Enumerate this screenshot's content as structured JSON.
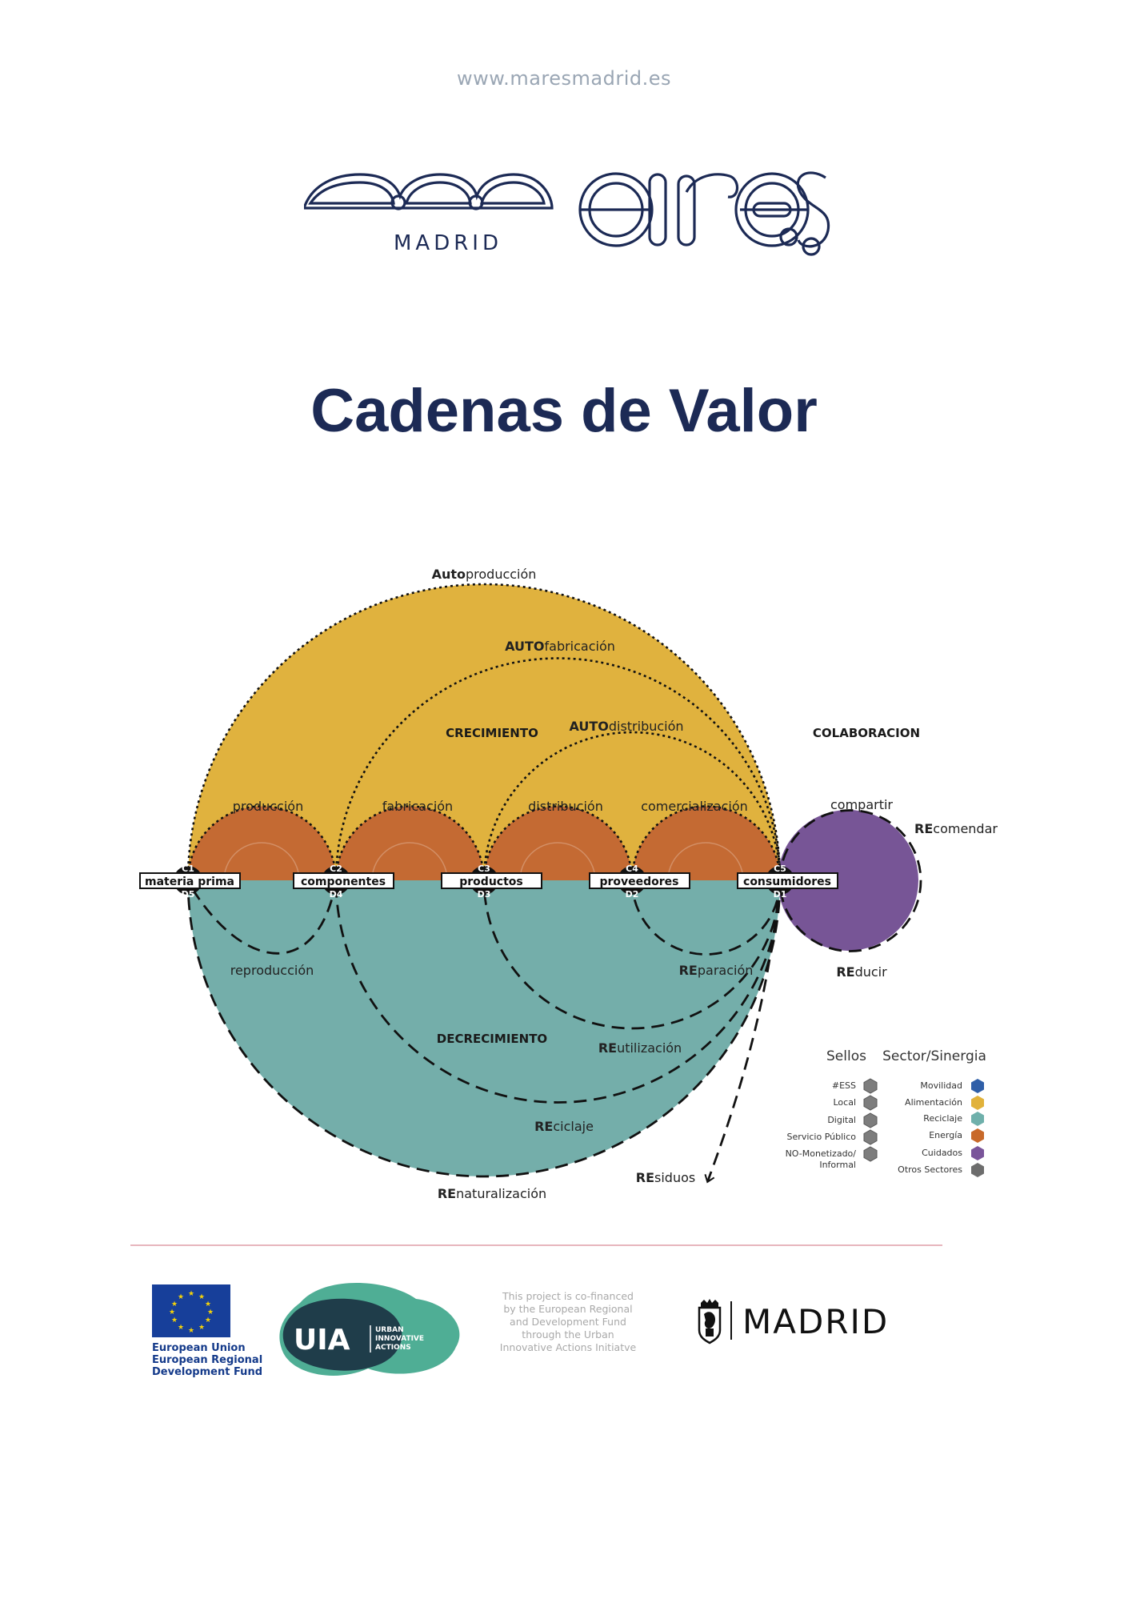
{
  "header": {
    "url": "www.maresmadrid.es"
  },
  "logo": {
    "word": "mares",
    "subtitle": "MADRID"
  },
  "page_title": "Cadenas de Valor",
  "diagram": {
    "top_labels": {
      "autoproduccion": {
        "bold": "Auto",
        "rest": "producción"
      },
      "autofabricacion": {
        "bold": "AUTO",
        "rest": "fabricación"
      },
      "autodistribucion": {
        "bold": "AUTO",
        "rest": "distribución"
      }
    },
    "regions": {
      "crecimiento": "CRECIMIENTO",
      "decrecimiento": "DECRECIMIENTO",
      "colaboracion": "COLABORACION"
    },
    "arc_labels": [
      "producción",
      "fabricación",
      "distribución",
      "comercialización"
    ],
    "nodes": [
      {
        "label": "materia prima",
        "top": "C1",
        "bottom": "D5"
      },
      {
        "label": "componentes",
        "top": "C2",
        "bottom": "D4"
      },
      {
        "label": "productos",
        "top": "C3",
        "bottom": "D3"
      },
      {
        "label": "proveedores",
        "top": "C4",
        "bottom": "D2"
      },
      {
        "label": "consumidores",
        "top": "C5",
        "bottom": "D1"
      }
    ],
    "lower_labels": {
      "reproduccion": "reproducción",
      "reparacion": {
        "bold": "RE",
        "rest": "paración"
      },
      "reutilizacion": {
        "bold": "RE",
        "rest": "utilización"
      },
      "reciclaje": {
        "bold": "RE",
        "rest": "ciclaje"
      },
      "renaturalizacion": {
        "bold": "RE",
        "rest": "naturalización"
      },
      "residuos": {
        "bold": "RE",
        "rest": "siduos"
      }
    },
    "collab_labels": {
      "compartir": "compartir",
      "recomendar": {
        "bold": "RE",
        "rest": "comendar"
      },
      "reducir": {
        "bold": "RE",
        "rest": "ducir"
      }
    },
    "legend": {
      "sellos_title": "Sellos",
      "sector_title": "Sector/Sinergia",
      "sellos": [
        {
          "label": "#ESS",
          "icon": "ess-icon"
        },
        {
          "label": "Local",
          "icon": "local-icon"
        },
        {
          "label": "Digital",
          "icon": "digital-icon"
        },
        {
          "label": "Servicio Público",
          "icon": "public-service-icon"
        },
        {
          "label": "NO-Monetizado/",
          "label2": "Informal",
          "icon": "non-monetized-icon"
        }
      ],
      "sectors": [
        {
          "label": "Movilidad",
          "color": "#2f5fa8"
        },
        {
          "label": "Alimentación",
          "color": "#e1b23b"
        },
        {
          "label": "Reciclaje",
          "color": "#6fb0ab"
        },
        {
          "label": "Energía",
          "color": "#c8692a"
        },
        {
          "label": "Cuidados",
          "color": "#7a559a"
        },
        {
          "label": "Otros Sectores",
          "color": "#6d6d6d"
        }
      ]
    },
    "colors": {
      "crecimiento": "#e0b23e",
      "energia": "#c46a33",
      "decrecimiento": "#74aeaa",
      "colaboracion": "#775596",
      "ink": "#111111"
    }
  },
  "footer": {
    "eu_lines": [
      "European Union",
      "European Regional",
      "Development Fund"
    ],
    "uia": {
      "mark": "UIA",
      "line1": "URBAN",
      "line2": "INNOVATIVE",
      "line3": "ACTIONS"
    },
    "cofinanced": [
      "This project is co-financed",
      "by the European Regional",
      "and Development Fund",
      "through the Urban",
      "Innovative Actions Initiatve"
    ],
    "madrid": "MADRID"
  }
}
